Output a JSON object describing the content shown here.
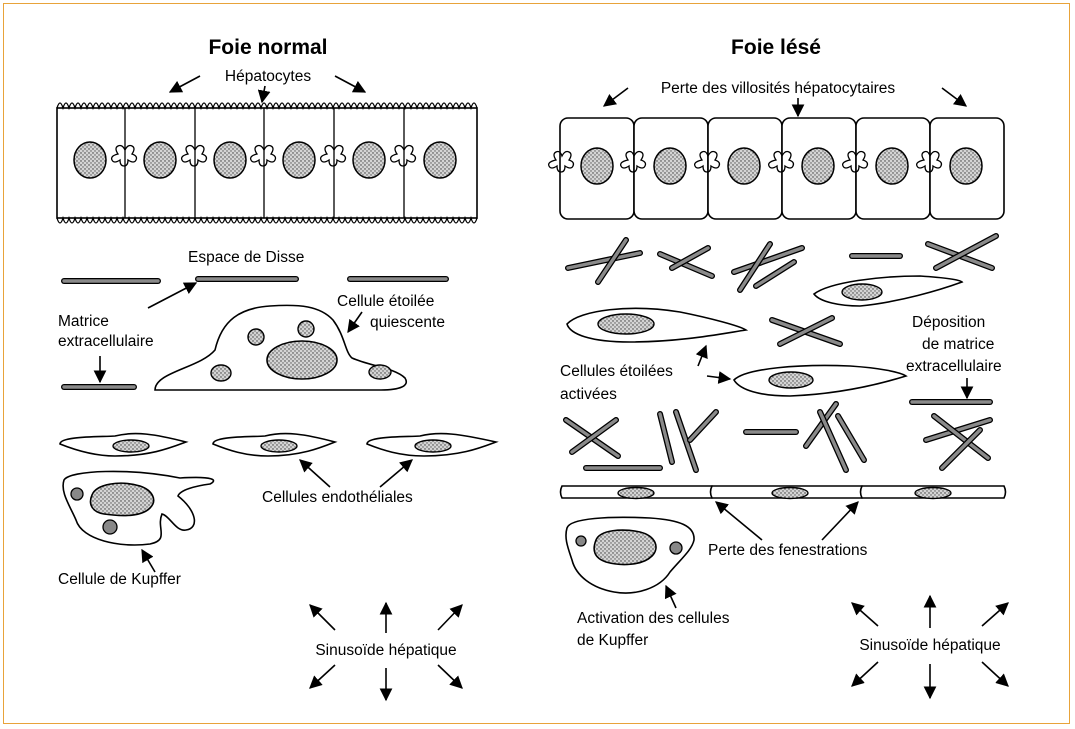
{
  "colors": {
    "frame_border": "#e8a33a",
    "ink": "#000000",
    "nucleus_fill": "#bdbdbd",
    "fiber_core": "#8a8a8a"
  },
  "left": {
    "title": "Foie normal",
    "hepatocytes": "Hépatocytes",
    "disse": "Espace de Disse",
    "matrix_1": "Matrice",
    "matrix_2": "extracellulaire",
    "stellate_1": "Cellule étoilée",
    "stellate_2": "quiescente",
    "endothelial": "Cellules endothéliales",
    "kupffer": "Cellule de Kupffer",
    "sinusoid": "Sinusoïde hépatique"
  },
  "right": {
    "title": "Foie lésé",
    "villi_loss": "Perte des villosités hépatocytaires",
    "deposition_1": "Déposition",
    "deposition_2": "de matrice",
    "deposition_3": "extracellulaire",
    "stellate_1": "Cellules étoilées",
    "stellate_2": "activées",
    "fenestration_loss": "Perte des fenestrations",
    "kupffer_1": "Activation des cellules",
    "kupffer_2": "de Kupffer",
    "sinusoid": "Sinusoïde hépatique"
  }
}
